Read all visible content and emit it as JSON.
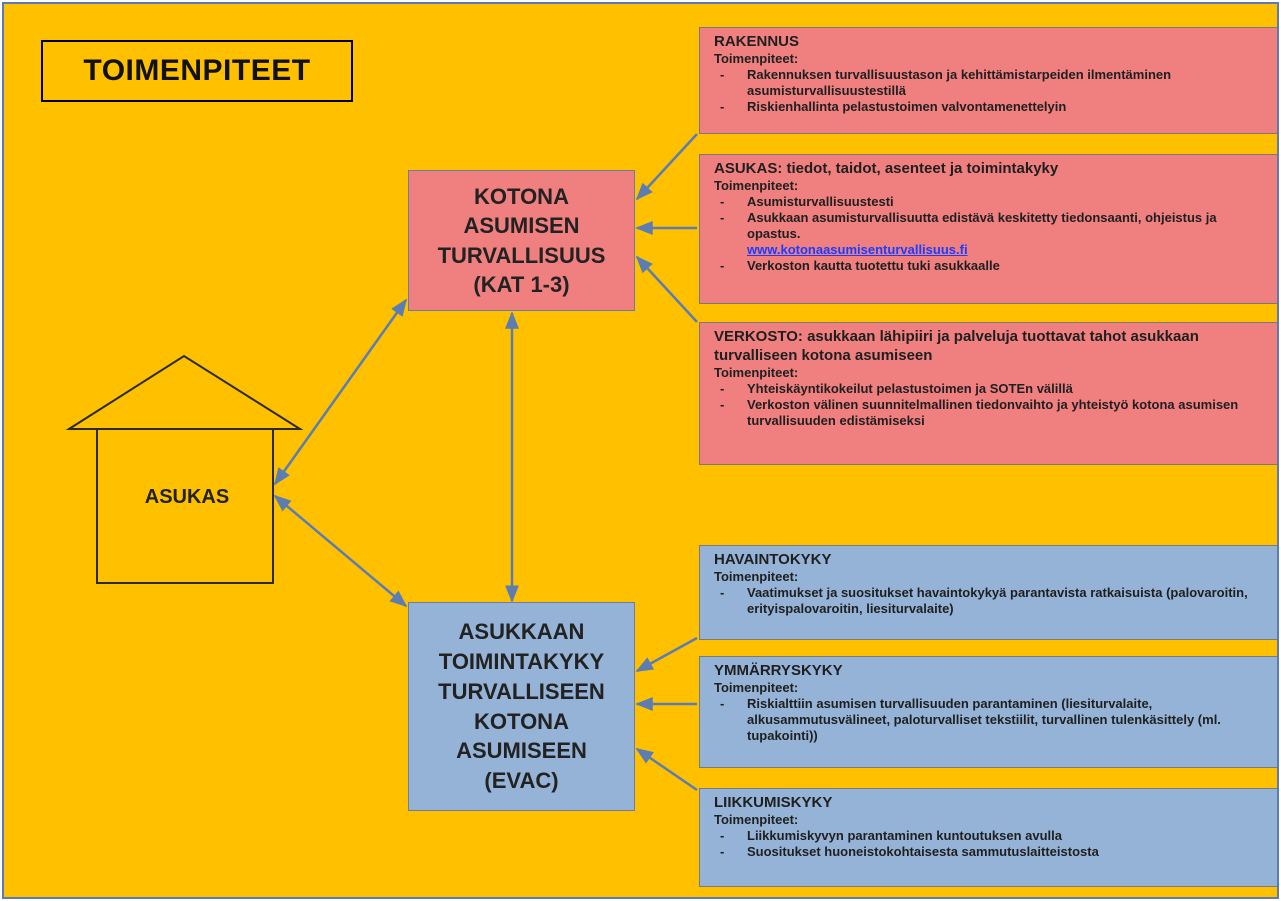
{
  "title": "TOIMENPITEET",
  "house": {
    "label": "ASUKAS"
  },
  "center_top": {
    "lines": [
      "KOTONA",
      "ASUMISEN",
      "TURVALLISUUS",
      "(KAT 1-3)"
    ]
  },
  "center_bottom": {
    "lines": [
      "ASUKKAAN",
      "TOIMINTAKYKY",
      "TURVALLISEEN",
      "KOTONA",
      "ASUMISEEN",
      "(EVAC)"
    ]
  },
  "cards": {
    "rakennus": {
      "heading": "RAKENNUS",
      "sub": "Toimenpiteet:",
      "items": [
        "Rakennuksen turvallisuustason ja kehittämistarpeiden ilmentäminen asumisturvallisuustestillä",
        "Riskienhallinta pelastustoimen valvontamenettelyin"
      ]
    },
    "asukas": {
      "heading": "ASUKAS: tiedot, taidot, asenteet ja toimintakyky",
      "sub": "Toimenpiteet:",
      "items": [
        "Asumisturvallisuustesti",
        "Asukkaan asumisturvallisuutta edistävä keskitetty tiedonsaanti, ohjeistus ja opastus."
      ],
      "link": "www.kotonaasumisenturvallisuus.fi",
      "items_after": [
        "Verkoston kautta tuotettu tuki asukkaalle"
      ]
    },
    "verkosto": {
      "heading": "VERKOSTO: asukkaan lähipiiri ja palveluja tuottavat tahot asukkaan turvalliseen kotona asumiseen",
      "sub": "Toimenpiteet:",
      "items": [
        "Yhteiskäyntikokeilut pelastustoimen ja SOTEn välillä",
        "Verkoston välinen suunnitelmallinen tiedonvaihto ja yhteistyö kotona asumisen turvallisuuden edistämiseksi"
      ]
    },
    "havainto": {
      "heading": "HAVAINTOKYKY",
      "sub": "Toimenpiteet:",
      "items": [
        "Vaatimukset ja suositukset havaintokykyä parantavista ratkaisuista (palovaroitin, erityispalovaroitin, liesiturvalaite)"
      ]
    },
    "ymmarrys": {
      "heading": "YMMÄRRYSKYKY",
      "sub": "Toimenpiteet:",
      "items": [
        "Riskialttiin asumisen turvallisuuden parantaminen (liesiturvalaite, alkusammutusvälineet, paloturvalliset tekstiilit, turvallinen tulenkäsittely (ml. tupakointi))"
      ]
    },
    "liikkumis": {
      "heading": "LIIKKUMISKYKY",
      "sub": "Toimenpiteet:",
      "items": [
        "Liikkumiskyvyn parantaminen kuntoutuksen avulla",
        "Suositukset huoneistokohtaisesta sammutuslaitteistosta"
      ]
    }
  },
  "colors": {
    "background": "#FFC000",
    "red_box": "#F08080",
    "blue_box": "#95B3D7",
    "connector": "#5B7DB1",
    "link": "#1a3cff"
  }
}
